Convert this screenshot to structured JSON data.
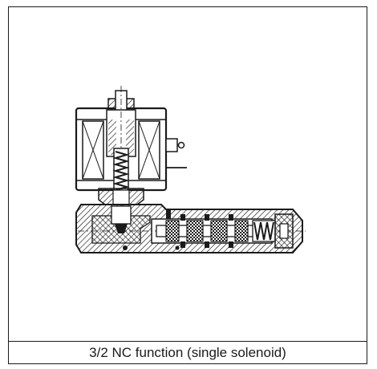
{
  "figure": {
    "caption": "3/2 NC function (single solenoid)"
  },
  "colors": {
    "ink": "#1a1a1a",
    "paper": "#ffffff"
  },
  "parts": {
    "solenoid_coil": "solenoid-coil",
    "armature_spring": "armature-spring",
    "electrical_connector": "electrical-connector",
    "pilot_valve_body": "pilot-valve-body",
    "main_valve_body": "main-valve-body",
    "spool": "spool",
    "return_spring": "return-spring",
    "end_cap": "end-cap"
  }
}
